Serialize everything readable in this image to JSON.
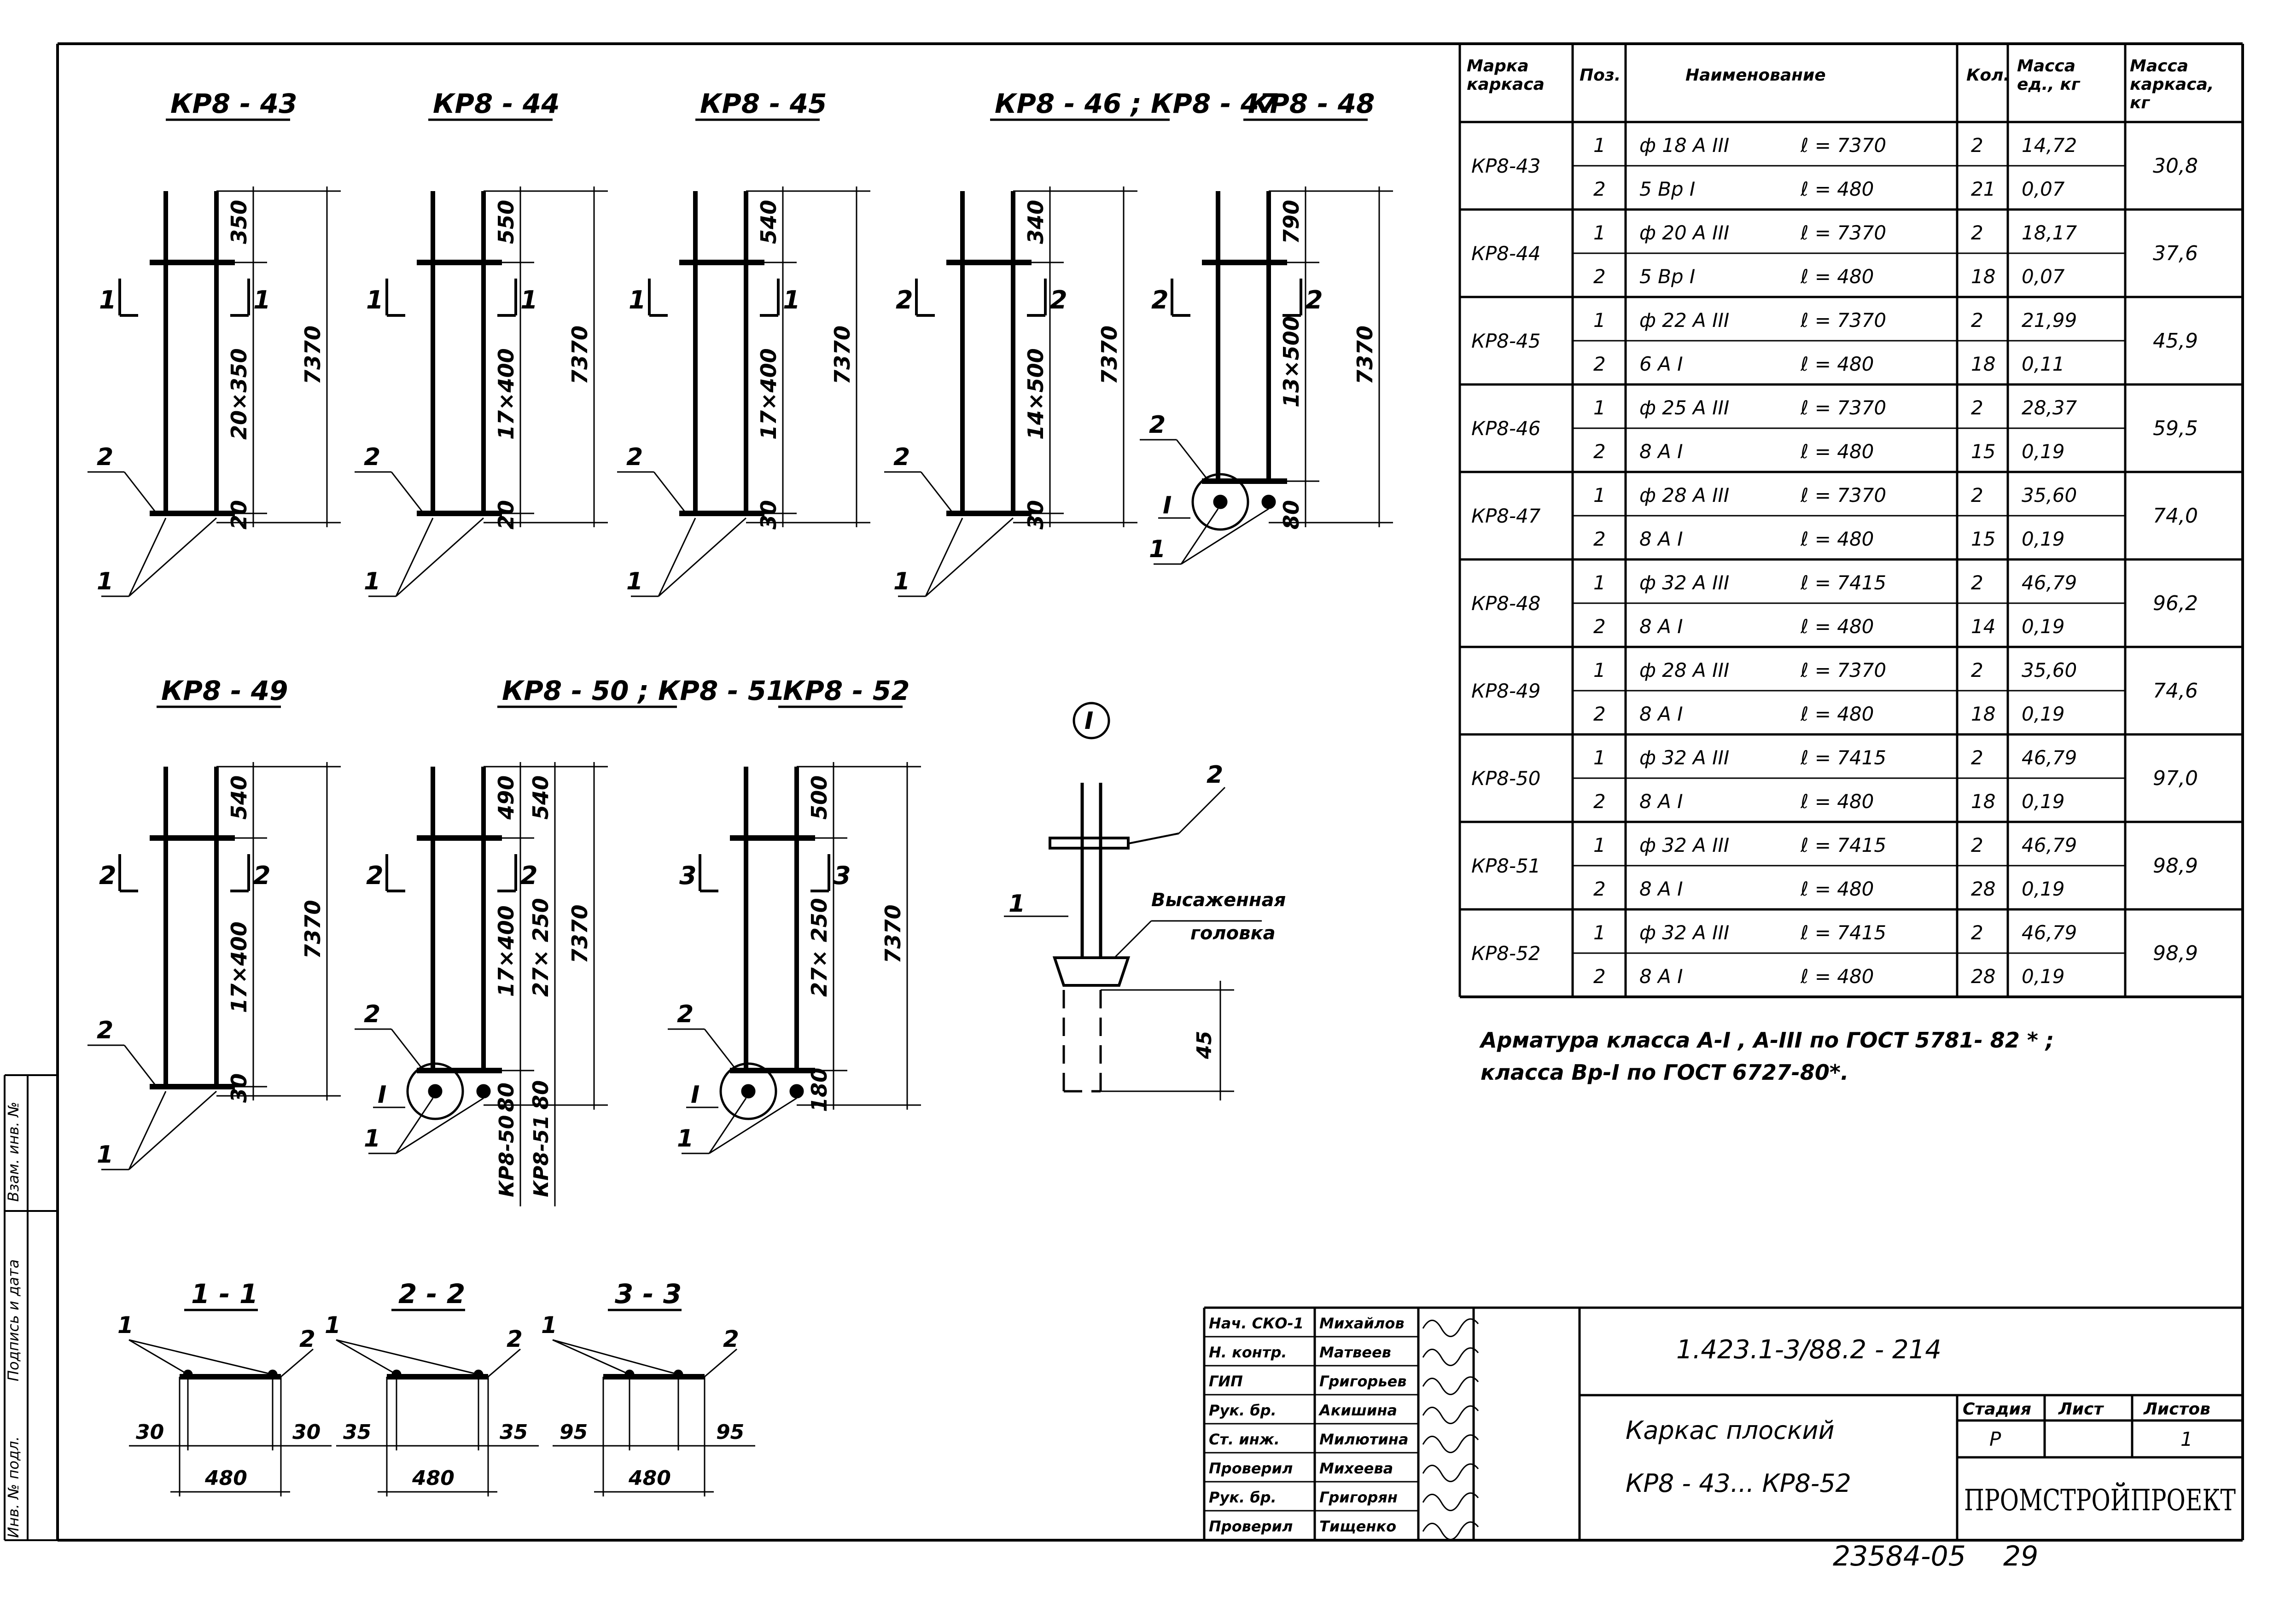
{
  "frames": [
    {
      "title": "КР8 - 43",
      "top": "350",
      "middle": "20×350",
      "bottom": "20",
      "total": "7370",
      "cut": "1",
      "pos_bar": "2",
      "pos_rod": "1"
    },
    {
      "title": "КР8 - 44",
      "top": "550",
      "middle": "17×400",
      "bottom": "20",
      "total": "7370",
      "cut": "1",
      "pos_bar": "2",
      "pos_rod": "1"
    },
    {
      "title": "КР8 - 45",
      "top": "540",
      "middle": "17×400",
      "bottom": "30",
      "total": "7370",
      "cut": "1",
      "pos_bar": "2",
      "pos_rod": "1"
    },
    {
      "title": "КР8 - 46 ; КР8 - 47",
      "top": "340",
      "middle": "14×500",
      "bottom": "30",
      "total": "7370",
      "cut": "2",
      "pos_bar": "2",
      "pos_rod": "1"
    },
    {
      "title": "КР8 - 48",
      "top": "790",
      "middle": "13×500",
      "bottom": "80",
      "total": "7370",
      "cut": "2",
      "pos_bar": "2",
      "pos_rod": "1",
      "node": "I"
    },
    {
      "title": "КР8 - 49",
      "top": "540",
      "middle": "17×400",
      "bottom": "30",
      "total": "7370",
      "cut": "2",
      "pos_bar": "2",
      "pos_rod": "1"
    },
    {
      "title": "КР8 - 50 ; КР8 - 51",
      "top": "490",
      "top2": "540",
      "middle": "17×400",
      "middle2": "27× 250",
      "bottom": "80",
      "bottom2": "80",
      "total": "7370",
      "cut": "2",
      "pos_bar": "2",
      "pos_rod": "1",
      "node": "I",
      "sub_a": "КР8-50",
      "sub_b": "КР8-51"
    },
    {
      "title": "КР8 - 52",
      "top": "500",
      "middle": "27× 250",
      "bottom": "180",
      "total": "7370",
      "cut": "3",
      "pos_bar": "2",
      "pos_rod": "1",
      "node": "I"
    }
  ],
  "detail": {
    "mark": "I",
    "pos_bar": "2",
    "pos_rod": "1",
    "label_line1": "Высаженная",
    "label_line2": "головка",
    "dim": "45"
  },
  "sections": [
    {
      "title": "1 - 1",
      "left": "30",
      "right": "30",
      "width": "480",
      "p1": "1",
      "p2": "2"
    },
    {
      "title": "2 - 2",
      "left": "35",
      "right": "35",
      "width": "480",
      "p1": "1",
      "p2": "2"
    },
    {
      "title": "3 - 3",
      "left": "95",
      "right": "95",
      "width": "480",
      "p1": "1",
      "p2": "2"
    }
  ],
  "spec": {
    "headers": [
      "Марка каркаса",
      "Поз.",
      "Наименование",
      "Кол.",
      "Масса ед., кг",
      "Масса каркаса, кг"
    ],
    "rows": [
      {
        "mark": "КР8-43",
        "total": "30,8",
        "items": [
          {
            "pos": "1",
            "name": "ф 18 А III",
            "len": "ℓ = 7370",
            "qty": "2",
            "mass": "14,72"
          },
          {
            "pos": "2",
            "name": "5 Вр I",
            "len": "ℓ = 480",
            "qty": "21",
            "mass": "0,07"
          }
        ]
      },
      {
        "mark": "КР8-44",
        "total": "37,6",
        "items": [
          {
            "pos": "1",
            "name": "ф 20 А III",
            "len": "ℓ = 7370",
            "qty": "2",
            "mass": "18,17"
          },
          {
            "pos": "2",
            "name": "5 Вр I",
            "len": "ℓ = 480",
            "qty": "18",
            "mass": "0,07"
          }
        ]
      },
      {
        "mark": "КР8-45",
        "total": "45,9",
        "items": [
          {
            "pos": "1",
            "name": "ф 22 А III",
            "len": "ℓ = 7370",
            "qty": "2",
            "mass": "21,99"
          },
          {
            "pos": "2",
            "name": "6 А I",
            "len": "ℓ = 480",
            "qty": "18",
            "mass": "0,11"
          }
        ]
      },
      {
        "mark": "КР8-46",
        "total": "59,5",
        "items": [
          {
            "pos": "1",
            "name": "ф 25 А III",
            "len": "ℓ = 7370",
            "qty": "2",
            "mass": "28,37"
          },
          {
            "pos": "2",
            "name": "8 А I",
            "len": "ℓ = 480",
            "qty": "15",
            "mass": "0,19"
          }
        ]
      },
      {
        "mark": "КР8-47",
        "total": "74,0",
        "items": [
          {
            "pos": "1",
            "name": "ф 28 А III",
            "len": "ℓ = 7370",
            "qty": "2",
            "mass": "35,60"
          },
          {
            "pos": "2",
            "name": "8 А I",
            "len": "ℓ = 480",
            "qty": "15",
            "mass": "0,19"
          }
        ]
      },
      {
        "mark": "КР8-48",
        "total": "96,2",
        "items": [
          {
            "pos": "1",
            "name": "ф 32 А III",
            "len": "ℓ = 7415",
            "qty": "2",
            "mass": "46,79"
          },
          {
            "pos": "2",
            "name": "8 А I",
            "len": "ℓ = 480",
            "qty": "14",
            "mass": "0,19"
          }
        ]
      },
      {
        "mark": "КР8-49",
        "total": "74,6",
        "items": [
          {
            "pos": "1",
            "name": "ф 28 А III",
            "len": "ℓ = 7370",
            "qty": "2",
            "mass": "35,60"
          },
          {
            "pos": "2",
            "name": "8 А I",
            "len": "ℓ = 480",
            "qty": "18",
            "mass": "0,19"
          }
        ]
      },
      {
        "mark": "КР8-50",
        "total": "97,0",
        "items": [
          {
            "pos": "1",
            "name": "ф 32 А III",
            "len": "ℓ = 7415",
            "qty": "2",
            "mass": "46,79"
          },
          {
            "pos": "2",
            "name": "8 А I",
            "len": "ℓ = 480",
            "qty": "18",
            "mass": "0,19"
          }
        ]
      },
      {
        "mark": "КР8-51",
        "total": "98,9",
        "items": [
          {
            "pos": "1",
            "name": "ф 32 А III",
            "len": "ℓ = 7415",
            "qty": "2",
            "mass": "46,79"
          },
          {
            "pos": "2",
            "name": "8 А I",
            "len": "ℓ = 480",
            "qty": "28",
            "mass": "0,19"
          }
        ]
      },
      {
        "mark": "КР8-52",
        "total": "98,9",
        "items": [
          {
            "pos": "1",
            "name": "ф 32 А III",
            "len": "ℓ = 7415",
            "qty": "2",
            "mass": "46,79"
          },
          {
            "pos": "2",
            "name": "8 А I",
            "len": "ℓ = 480",
            "qty": "28",
            "mass": "0,19"
          }
        ]
      }
    ]
  },
  "note": {
    "line1": "Арматура класса А-I , А-III по ГОСТ 5781- 82 * ;",
    "line2": "класса Вр-I по ГОСТ 6727-80*."
  },
  "stamp": {
    "doc_code": "1.423.1-3/88.2 - 214",
    "title_line1": "Каркас плоский",
    "title_line2": "КР8 - 43... КР8-52",
    "stage_header": "Стадия",
    "sheet_header": "Лист",
    "sheets_header": "Листов",
    "stage": "Р",
    "sheet": "",
    "sheets": "1",
    "org": "ПРОМСТРОЙПРОЕКТ",
    "people": [
      {
        "role": "Нач. СКО-1",
        "name": "Михайлов"
      },
      {
        "role": "Н. контр.",
        "name": "Матвеев"
      },
      {
        "role": "ГИП",
        "name": "Григорьев"
      },
      {
        "role": "Рук. бр.",
        "name": "Акишина"
      },
      {
        "role": "Ст. инж.",
        "name": "Милютина"
      },
      {
        "role": "Проверил",
        "name": "Михеева"
      },
      {
        "role": "Рук. бр.",
        "name": "Григорян"
      },
      {
        "role": "Проверил",
        "name": "Тищенко"
      }
    ]
  },
  "archive_number": "23584-05",
  "page_number": "29",
  "side_strip": {
    "a": "Инв. № подл.",
    "b": "Подпись и дата",
    "c": "Взам. инв. №"
  }
}
